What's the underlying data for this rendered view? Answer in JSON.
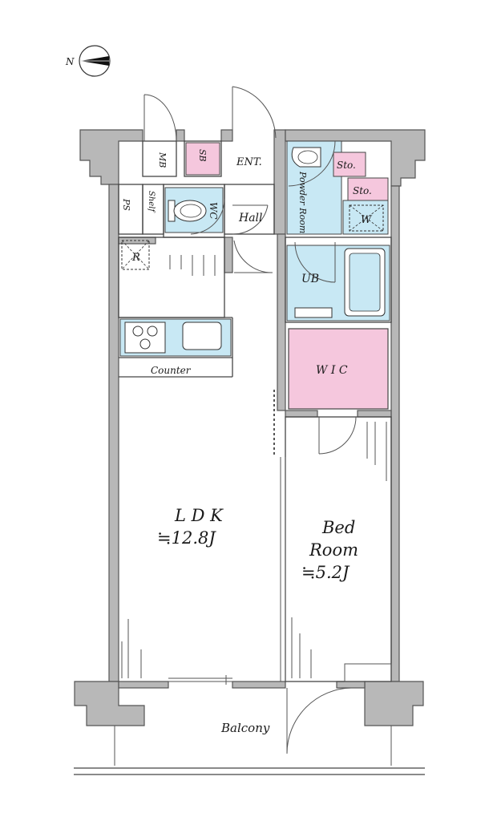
{
  "compass": {
    "north_label": "N"
  },
  "rooms": {
    "mb": "MB",
    "sb": "SB",
    "ent": "ENT.",
    "sto1": "Sto.",
    "sto2": "Sto.",
    "powder_room": "Powder Room",
    "ps": "PS",
    "shelf": "Shelf",
    "wc": "WC",
    "hall": "Hall",
    "washer": "W",
    "fridge": "R",
    "ub": "UB",
    "wic": "W I C",
    "counter": "Counter",
    "ldk_name": "L D K",
    "ldk_size": "≒12.8J",
    "bed_name1": "Bed",
    "bed_name2": "Room",
    "bed_size": "≒5.2J",
    "balcony": "Balcony"
  },
  "colors": {
    "wall_gray": "#b8b8b8",
    "wet_area_blue": "#c8e8f4",
    "storage_pink": "#f5c7dd"
  }
}
